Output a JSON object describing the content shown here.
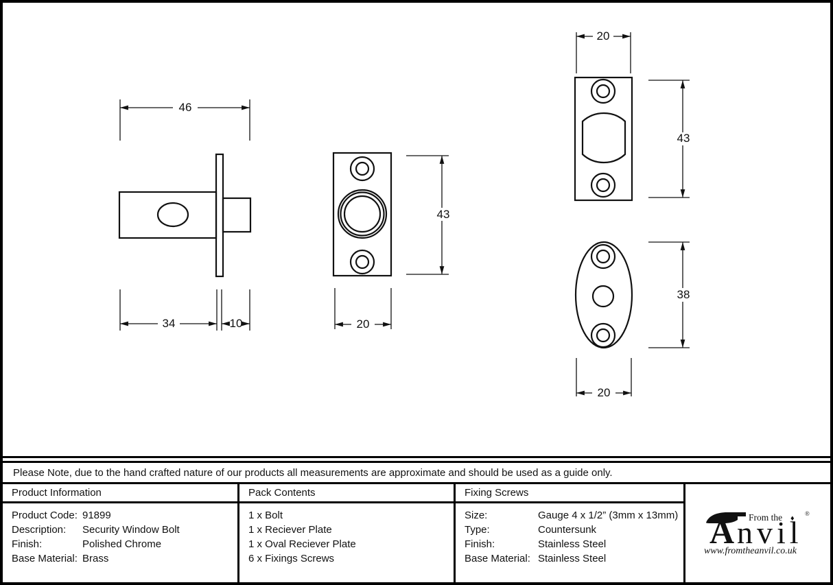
{
  "colors": {
    "ink": "#111111",
    "background": "#ffffff"
  },
  "note": "Please Note, due to the hand crafted nature of our products all measurements are approximate and should be used as a guide only.",
  "drawings": {
    "bolt_side_view": {
      "overall_length": "46",
      "body_length": "34",
      "head_depth": "10"
    },
    "bolt_front_view": {
      "height": "43",
      "width": "20"
    },
    "receiver_plate": {
      "width": "20",
      "height": "43"
    },
    "oval_receiver_plate": {
      "height": "38",
      "width": "20"
    }
  },
  "table": {
    "product_information": {
      "header": "Product Information",
      "rows": [
        {
          "label": "Product Code:",
          "value": "91899"
        },
        {
          "label": "Description:",
          "value": "Security Window Bolt"
        },
        {
          "label": "Finish:",
          "value": "Polished Chrome"
        },
        {
          "label": "Base Material:",
          "value": "Brass"
        }
      ]
    },
    "pack_contents": {
      "header": "Pack Contents",
      "items": [
        "1 x Bolt",
        "1 x Reciever Plate",
        "1 x Oval Reciever Plate",
        "6 x Fixings Screws"
      ]
    },
    "fixing_screws": {
      "header": "Fixing Screws",
      "rows": [
        {
          "label": "Size:",
          "value": "Gauge 4 x 1/2” (3mm x 13mm)"
        },
        {
          "label": "Type:",
          "value": "Countersunk"
        },
        {
          "label": "Finish:",
          "value": "Stainless Steel"
        },
        {
          "label": "Base Material:",
          "value": "Stainless Steel"
        }
      ]
    }
  },
  "logo": {
    "prefix": "From the",
    "name_first_letter": "A",
    "name_rest": "nvil",
    "diamond": "♦",
    "registered": "®",
    "website": "www.fromtheanvil.co.uk"
  }
}
